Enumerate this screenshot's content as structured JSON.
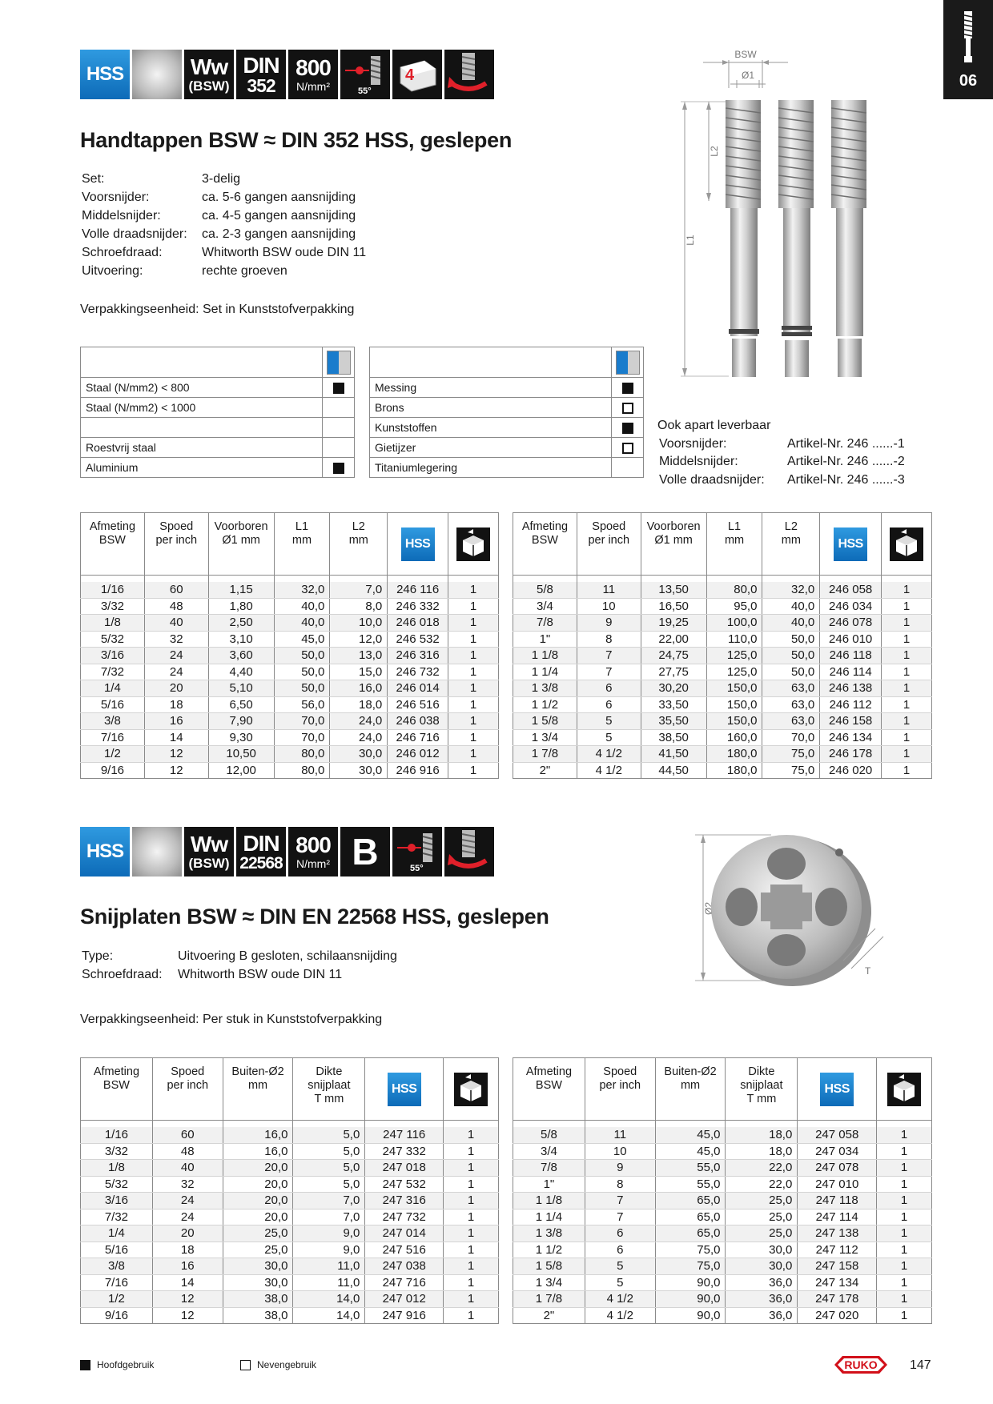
{
  "chapter_tab": {
    "number": "06"
  },
  "section1": {
    "icons": {
      "hss": "HSS",
      "ww": "Ww",
      "ww_sub": "(BSW)",
      "din": "DIN",
      "din_num": "352",
      "strength": "800",
      "strength_unit": "N/mm²",
      "angle": "55°",
      "count": "4"
    },
    "title": "Handtappen BSW ≈ DIN 352 HSS, geslepen",
    "specs": [
      {
        "label": "Set:",
        "value": "3-delig"
      },
      {
        "label": "Voorsnijder:",
        "value": "ca. 5-6 gangen aansnijding"
      },
      {
        "label": "Middelsnijder:",
        "value": "ca. 4-5 gangen aansnijding"
      },
      {
        "label": "Volle draadsnijder:",
        "value": "ca. 2-3 gangen aansnijding"
      },
      {
        "label": "Schroefdraad:",
        "value": "Whitworth BSW oude DIN 11"
      },
      {
        "label": "Uitvoering:",
        "value": "rechte groeven"
      }
    ],
    "packaging": "Verpakkingseenheid: Set in Kunststofverpakking",
    "materials_left": [
      {
        "name": "Staal (N/mm2) < 800",
        "mark": "full"
      },
      {
        "name": "Staal (N/mm2) < 1000",
        "mark": ""
      },
      {
        "name": "",
        "mark": ""
      },
      {
        "name": "Roestvrij staal",
        "mark": ""
      },
      {
        "name": "Aluminium",
        "mark": "full"
      }
    ],
    "materials_right": [
      {
        "name": "Messing",
        "mark": "full"
      },
      {
        "name": "Brons",
        "mark": "empty"
      },
      {
        "name": "Kunststoffen",
        "mark": "full"
      },
      {
        "name": "Gietijzer",
        "mark": "empty"
      },
      {
        "name": "Titaniumlegering",
        "mark": ""
      }
    ],
    "drawing_labels": {
      "bsw": "BSW",
      "d1": "Ø1",
      "l1": "L1",
      "l2": "L2"
    },
    "also_available": {
      "heading": "Ook apart leverbaar",
      "rows": [
        {
          "label": "Voorsnijder:",
          "value": "Artikel-Nr. 246 ......-1"
        },
        {
          "label": "Middelsnijder:",
          "value": "Artikel-Nr. 246 ......-2"
        },
        {
          "label": "Volle draadsnijder:",
          "value": "Artikel-Nr. 246 ......-3"
        }
      ]
    },
    "table_headers": {
      "size": [
        "Afmeting",
        "BSW"
      ],
      "pitch": [
        "Spoed",
        "per inch"
      ],
      "drill": [
        "Voorboren",
        "Ø1 mm"
      ],
      "l1": [
        "L1",
        "mm"
      ],
      "l2": [
        "L2",
        "mm"
      ],
      "hss": "HSS"
    },
    "table_left": [
      [
        "1/16",
        "60",
        "1,15",
        "32,0",
        "7,0",
        "246 116",
        "1"
      ],
      [
        "3/32",
        "48",
        "1,80",
        "40,0",
        "8,0",
        "246 332",
        "1"
      ],
      [
        "1/8",
        "40",
        "2,50",
        "40,0",
        "10,0",
        "246 018",
        "1"
      ],
      [
        "5/32",
        "32",
        "3,10",
        "45,0",
        "12,0",
        "246 532",
        "1"
      ],
      [
        "3/16",
        "24",
        "3,60",
        "50,0",
        "13,0",
        "246 316",
        "1"
      ],
      [
        "7/32",
        "24",
        "4,40",
        "50,0",
        "15,0",
        "246 732",
        "1"
      ],
      [
        "1/4",
        "20",
        "5,10",
        "50,0",
        "16,0",
        "246 014",
        "1"
      ],
      [
        "5/16",
        "18",
        "6,50",
        "56,0",
        "18,0",
        "246 516",
        "1"
      ],
      [
        "3/8",
        "16",
        "7,90",
        "70,0",
        "24,0",
        "246 038",
        "1"
      ],
      [
        "7/16",
        "14",
        "9,30",
        "70,0",
        "24,0",
        "246 716",
        "1"
      ],
      [
        "1/2",
        "12",
        "10,50",
        "80,0",
        "30,0",
        "246 012",
        "1"
      ],
      [
        "9/16",
        "12",
        "12,00",
        "80,0",
        "30,0",
        "246 916",
        "1"
      ]
    ],
    "table_right": [
      [
        "5/8",
        "11",
        "13,50",
        "80,0",
        "32,0",
        "246 058",
        "1"
      ],
      [
        "3/4",
        "10",
        "16,50",
        "95,0",
        "40,0",
        "246 034",
        "1"
      ],
      [
        "7/8",
        "9",
        "19,25",
        "100,0",
        "40,0",
        "246 078",
        "1"
      ],
      [
        "1\"",
        "8",
        "22,00",
        "110,0",
        "50,0",
        "246 010",
        "1"
      ],
      [
        "1 1/8",
        "7",
        "24,75",
        "125,0",
        "50,0",
        "246 118",
        "1"
      ],
      [
        "1 1/4",
        "7",
        "27,75",
        "125,0",
        "50,0",
        "246 114",
        "1"
      ],
      [
        "1 3/8",
        "6",
        "30,20",
        "150,0",
        "63,0",
        "246 138",
        "1"
      ],
      [
        "1 1/2",
        "6",
        "33,50",
        "150,0",
        "63,0",
        "246 112",
        "1"
      ],
      [
        "1 5/8",
        "5",
        "35,50",
        "150,0",
        "63,0",
        "246 158",
        "1"
      ],
      [
        "1 3/4",
        "5",
        "38,50",
        "160,0",
        "70,0",
        "246 134",
        "1"
      ],
      [
        "1 7/8",
        "4 1/2",
        "41,50",
        "180,0",
        "75,0",
        "246 178",
        "1"
      ],
      [
        "2\"",
        "4 1/2",
        "44,50",
        "180,0",
        "75,0",
        "246 020",
        "1"
      ]
    ]
  },
  "section2": {
    "icons": {
      "hss": "HSS",
      "ww": "Ww",
      "ww_sub": "(BSW)",
      "din": "DIN",
      "din_num": "22568",
      "strength": "800",
      "strength_unit": "N/mm²",
      "letter": "B",
      "angle": "55°"
    },
    "title": "Snijplaten BSW ≈ DIN EN 22568 HSS, geslepen",
    "specs": [
      {
        "label": "Type:",
        "value": "Uitvoering B gesloten, schilaansnijding"
      },
      {
        "label": "Schroefdraad:",
        "value": "Whitworth BSW oude DIN 11"
      }
    ],
    "packaging": "Verpakkingseenheid: Per stuk in Kunststofverpakking",
    "drawing_labels": {
      "d2": "Ø2",
      "t": "T"
    },
    "table_headers": {
      "size": [
        "Afmeting",
        "BSW"
      ],
      "pitch": [
        "Spoed",
        "per inch"
      ],
      "outer": [
        "Buiten-Ø2",
        "mm"
      ],
      "thick": [
        "Dikte",
        "snijplaat",
        "T mm"
      ],
      "hss": "HSS"
    },
    "table_left": [
      [
        "1/16",
        "60",
        "16,0",
        "5,0",
        "247 116",
        "1"
      ],
      [
        "3/32",
        "48",
        "16,0",
        "5,0",
        "247 332",
        "1"
      ],
      [
        "1/8",
        "40",
        "20,0",
        "5,0",
        "247 018",
        "1"
      ],
      [
        "5/32",
        "32",
        "20,0",
        "5,0",
        "247 532",
        "1"
      ],
      [
        "3/16",
        "24",
        "20,0",
        "7,0",
        "247 316",
        "1"
      ],
      [
        "7/32",
        "24",
        "20,0",
        "7,0",
        "247 732",
        "1"
      ],
      [
        "1/4",
        "20",
        "25,0",
        "9,0",
        "247 014",
        "1"
      ],
      [
        "5/16",
        "18",
        "25,0",
        "9,0",
        "247 516",
        "1"
      ],
      [
        "3/8",
        "16",
        "30,0",
        "11,0",
        "247 038",
        "1"
      ],
      [
        "7/16",
        "14",
        "30,0",
        "11,0",
        "247 716",
        "1"
      ],
      [
        "1/2",
        "12",
        "38,0",
        "14,0",
        "247 012",
        "1"
      ],
      [
        "9/16",
        "12",
        "38,0",
        "14,0",
        "247 916",
        "1"
      ]
    ],
    "table_right": [
      [
        "5/8",
        "11",
        "45,0",
        "18,0",
        "247 058",
        "1"
      ],
      [
        "3/4",
        "10",
        "45,0",
        "18,0",
        "247 034",
        "1"
      ],
      [
        "7/8",
        "9",
        "55,0",
        "22,0",
        "247 078",
        "1"
      ],
      [
        "1\"",
        "8",
        "55,0",
        "22,0",
        "247 010",
        "1"
      ],
      [
        "1 1/8",
        "7",
        "65,0",
        "25,0",
        "247 118",
        "1"
      ],
      [
        "1 1/4",
        "7",
        "65,0",
        "25,0",
        "247 114",
        "1"
      ],
      [
        "1 3/8",
        "6",
        "65,0",
        "25,0",
        "247 138",
        "1"
      ],
      [
        "1 1/2",
        "6",
        "75,0",
        "30,0",
        "247 112",
        "1"
      ],
      [
        "1 5/8",
        "5",
        "75,0",
        "30,0",
        "247 158",
        "1"
      ],
      [
        "1 3/4",
        "5",
        "90,0",
        "36,0",
        "247 134",
        "1"
      ],
      [
        "1 7/8",
        "4 1/2",
        "90,0",
        "36,0",
        "247 178",
        "1"
      ],
      [
        "2\"",
        "4 1/2",
        "90,0",
        "36,0",
        "247 020",
        "1"
      ]
    ]
  },
  "footer": {
    "legend_main": "Hoofdgebruik",
    "legend_secondary": "Nevengebruik",
    "brand": "RUKO",
    "page": "147"
  },
  "colors": {
    "hss_blue": "#0d6bb8",
    "brand_red": "#d2101a",
    "tab_black": "#1a1a1a"
  }
}
